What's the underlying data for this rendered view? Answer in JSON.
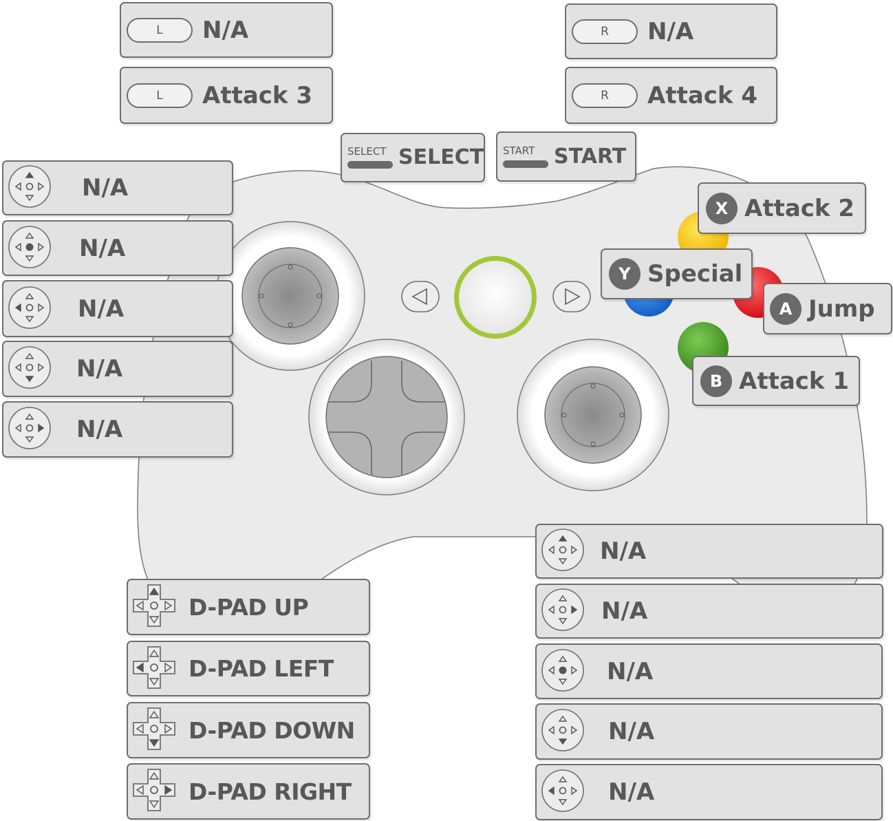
{
  "colors": {
    "panel": "#e2e2e2",
    "panel_border": "#6e6e6e",
    "text": "#585858",
    "guide_ring": "#a4c639",
    "face_x": "#f5c400",
    "face_y": "#1f73d8",
    "face_a": "#e8171e",
    "face_b": "#4c9a2a"
  },
  "bumpers": {
    "lb": {
      "key": "L",
      "label": "N/A"
    },
    "rb": {
      "key": "R",
      "label": "N/A"
    }
  },
  "triggers": {
    "lt": {
      "key": "L",
      "label": "Attack 3"
    },
    "rt": {
      "key": "R",
      "label": "Attack 4"
    }
  },
  "center": {
    "select": {
      "key": "SELECT",
      "label": "SELECT"
    },
    "start": {
      "key": "START",
      "label": "START"
    }
  },
  "face_buttons": {
    "x": {
      "key": "X",
      "label": "Attack 2"
    },
    "y": {
      "key": "Y",
      "label": "Special"
    },
    "a": {
      "key": "A",
      "label": "Jump"
    },
    "b": {
      "key": "B",
      "label": "Attack 1"
    }
  },
  "left_stick": [
    {
      "direction": "up",
      "label": "N/A"
    },
    {
      "direction": "press",
      "label": "N/A"
    },
    {
      "direction": "left",
      "label": "N/A"
    },
    {
      "direction": "down",
      "label": "N/A"
    },
    {
      "direction": "right",
      "label": "N/A"
    }
  ],
  "right_stick": [
    {
      "direction": "up",
      "label": "N/A"
    },
    {
      "direction": "right",
      "label": "N/A"
    },
    {
      "direction": "press",
      "label": "N/A"
    },
    {
      "direction": "down",
      "label": "N/A"
    },
    {
      "direction": "left",
      "label": "N/A"
    }
  ],
  "dpad": [
    {
      "direction": "up",
      "label": "D-PAD UP"
    },
    {
      "direction": "left",
      "label": "D-PAD LEFT"
    },
    {
      "direction": "down",
      "label": "D-PAD DOWN"
    },
    {
      "direction": "right",
      "label": "D-PAD RIGHT"
    }
  ]
}
